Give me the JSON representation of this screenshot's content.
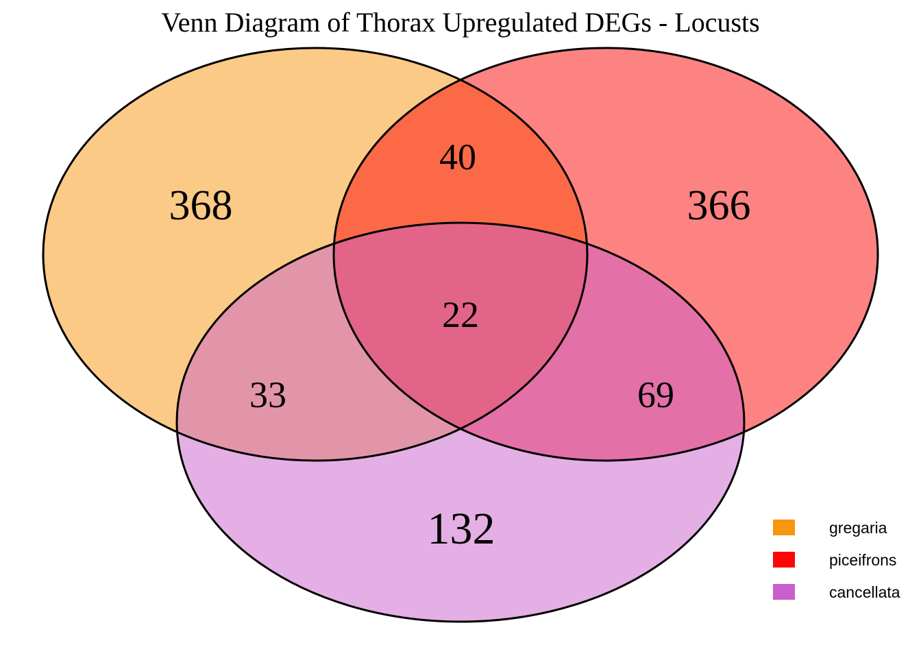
{
  "title": "Venn Diagram of Thorax Upregulated DEGs - Locusts",
  "colors": {
    "gregaria": "#F8960D",
    "piceifrons": "#FB0707",
    "cancellata": "#C95FCB",
    "outline": "#000000",
    "background": "#FFFFFF",
    "label_text": "#000000"
  },
  "chart_data": {
    "type": "venn",
    "title": "Venn Diagram of Thorax Upregulated DEGs - Locusts",
    "sets": [
      "gregaria",
      "piceifrons",
      "cancellata"
    ],
    "set_colors": [
      "#F8960D",
      "#FB0707",
      "#C95FCB"
    ],
    "fill_opacity": 0.5,
    "outline_color": "#000000",
    "legend_position": "bottom-right",
    "regions": {
      "gregaria_only": 368,
      "piceifrons_only": 366,
      "cancellata_only": 132,
      "gregaria_piceifrons": 40,
      "gregaria_cancellata": 33,
      "piceifrons_cancellata": 69,
      "gregaria_piceifrons_cancellata": 22
    }
  },
  "legend": {
    "items": [
      {
        "label": "gregaria",
        "color": "#F8960D"
      },
      {
        "label": "piceifrons",
        "color": "#FB0707"
      },
      {
        "label": "cancellata",
        "color": "#C95FCB"
      }
    ]
  }
}
